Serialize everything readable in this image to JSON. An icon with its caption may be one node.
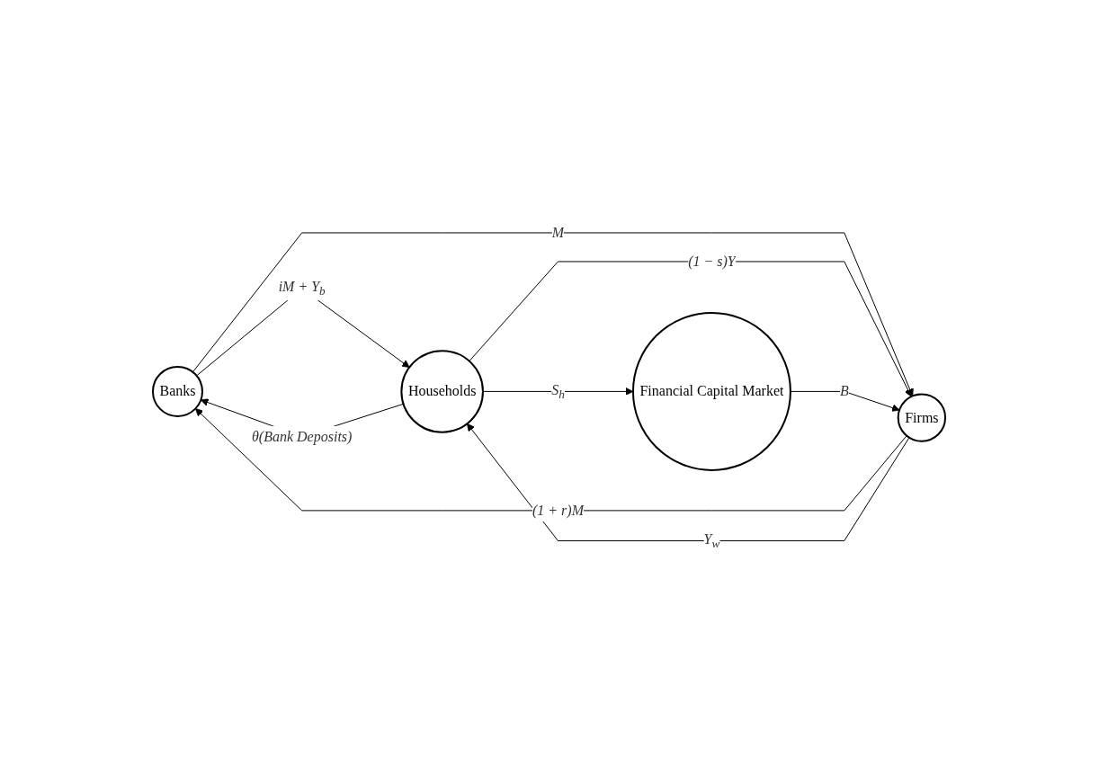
{
  "diagram": {
    "nodes": [
      {
        "text": [
          "Banks"
        ]
      },
      {
        "text": [
          "Firms"
        ]
      },
      {
        "text": [
          "Households"
        ]
      },
      {
        "text": [
          "Financial Capital Market"
        ]
      }
    ],
    "edges": [
      {
        "from": 0,
        "to": 2,
        "arrow": "to",
        "label": "iM + Y$_{b}$"
      },
      {
        "from": 0,
        "to": 1,
        "arrow": "to",
        "label": "M"
      },
      {
        "from": 1,
        "to": 0,
        "arrow": "to",
        "label": "(1 + r)M"
      },
      {
        "from": 1,
        "to": 2,
        "arrow": "to",
        "label": "Y$_{w}$"
      },
      {
        "from": 2,
        "to": 1,
        "arrow": "to",
        "label": "(1 − s)Y"
      },
      {
        "from": 3,
        "to": 1,
        "arrow": "to",
        "label": "B"
      },
      {
        "from": 2,
        "to": 3,
        "arrow": "to",
        "label": "S$_{h}$"
      },
      {
        "from": 2,
        "to": 0,
        "arrow": "to",
        "label": "θ(Bank Deposits)"
      }
    ]
  }
}
